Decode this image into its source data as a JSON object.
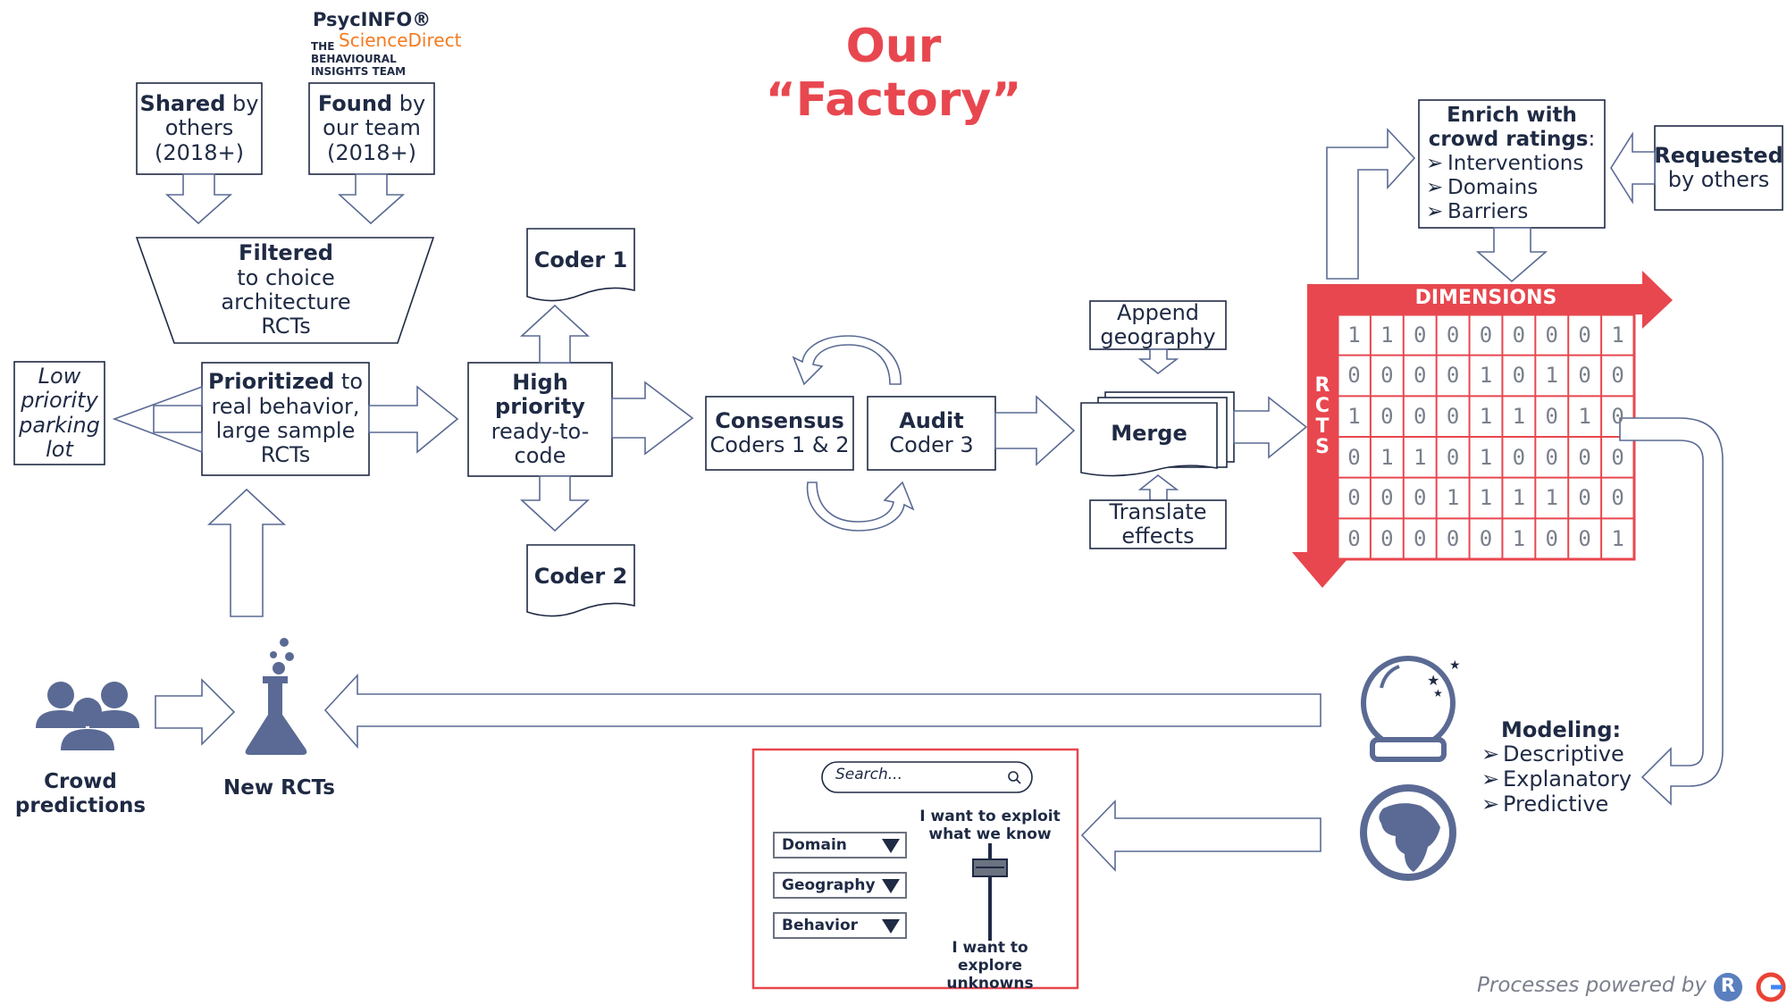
{
  "title": "Our “Factory”",
  "sources": {
    "psycinfo": "PsycINFO®",
    "sciencedirect_prefix": "THE",
    "sciencedirect": "ScienceDirect",
    "bit_line1": "BEHAVIOURAL",
    "bit_line2": "INSIGHTS TEAM"
  },
  "boxes": {
    "shared": {
      "bold": "Shared",
      "rest": " by",
      "line2": "others",
      "line3": "(2018+)"
    },
    "found": {
      "bold": "Found",
      "rest": " by",
      "line2": "our team",
      "line3": "(2018+)"
    },
    "filtered": {
      "bold": "Filtered",
      "line2": "to choice",
      "line3": "architecture",
      "line4": "RCTs"
    },
    "prioritized": {
      "bold": "Prioritized",
      "rest": " to",
      "line2": "real behavior,",
      "line3": "large sample",
      "line4": "RCTs"
    },
    "low_priority": {
      "line1": "Low",
      "line2": "priority",
      "line3": "parking",
      "line4": "lot"
    },
    "high_priority": {
      "bold": "High priority",
      "line2": "ready-to-",
      "line3": "code"
    },
    "coder1": "Coder 1",
    "coder2": "Coder 2",
    "consensus": {
      "bold": "Consensus",
      "line2": "Coders 1 & 2"
    },
    "audit": {
      "bold": "Audit",
      "line2": "Coder 3"
    },
    "append": {
      "line1": "Append",
      "line2": "geography"
    },
    "merge": "Merge",
    "translate": {
      "line1": "Translate",
      "line2": "effects"
    },
    "enrich": {
      "line1": "Enrich with",
      "line2": "crowd ratings",
      "colon": ":",
      "items": [
        "Interventions",
        "Domains",
        "Barriers"
      ]
    },
    "requested": {
      "line1": "Requested",
      "line2": "by others"
    }
  },
  "matrix": {
    "col_label": "DIMENSIONS",
    "row_label": [
      "R",
      "C",
      "T",
      "S"
    ],
    "rows": [
      [
        "1",
        "1",
        "0",
        "0",
        "0",
        "0",
        "0",
        "0",
        "1"
      ],
      [
        "0",
        "0",
        "0",
        "0",
        "1",
        "0",
        "1",
        "0",
        "0"
      ],
      [
        "1",
        "0",
        "0",
        "0",
        "1",
        "1",
        "0",
        "1",
        "0"
      ],
      [
        "0",
        "1",
        "1",
        "0",
        "1",
        "0",
        "0",
        "0",
        "0"
      ],
      [
        "0",
        "0",
        "0",
        "1",
        "1",
        "1",
        "1",
        "0",
        "0"
      ],
      [
        "0",
        "0",
        "0",
        "0",
        "0",
        "1",
        "0",
        "0",
        "1"
      ]
    ]
  },
  "modeling": {
    "title": "Modeling:",
    "items": [
      "Descriptive",
      "Explanatory",
      "Predictive"
    ]
  },
  "crowd": {
    "line1": "Crowd",
    "line2": "predictions"
  },
  "new_rcts": "New RCTs",
  "app": {
    "search_placeholder": "Search...",
    "dropdowns": [
      "Domain",
      "Geography",
      "Behavior"
    ],
    "slider_top1": "I want to exploit",
    "slider_top2": "what we know",
    "slider_bottom1": "I want to explore",
    "slider_bottom2": "unknowns"
  },
  "footer": {
    "text": "Processes powered by",
    "r_logo": "R",
    "g_logo": "G"
  },
  "colors": {
    "navy": "#1f2a44",
    "red": "#e8474f",
    "icon": "#5a6a94",
    "orange": "#f47a20"
  }
}
